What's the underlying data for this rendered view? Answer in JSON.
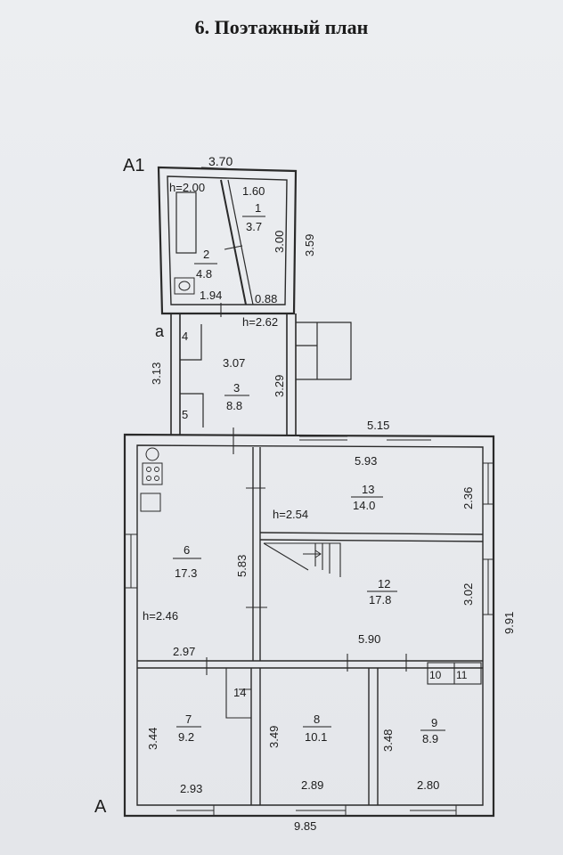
{
  "title": "6. Поэтажный план",
  "axes": {
    "a1": "A1",
    "a": "A",
    "a_lower": "a"
  },
  "heights": {
    "h200": "h=2.00",
    "h262": "h=2.62",
    "h254": "h=2.54",
    "h246": "h=2.46"
  },
  "rooms": {
    "1": {
      "num": "1",
      "area": "3.7"
    },
    "2": {
      "num": "2",
      "area": "4.8"
    },
    "3": {
      "num": "3",
      "area": "8.8"
    },
    "4": {
      "num": "4"
    },
    "5": {
      "num": "5"
    },
    "6": {
      "num": "6",
      "area": "17.3"
    },
    "7": {
      "num": "7",
      "area": "9.2"
    },
    "8": {
      "num": "8",
      "area": "10.1"
    },
    "9": {
      "num": "9",
      "area": "8.9"
    },
    "10": {
      "num": "10"
    },
    "11": {
      "num": "11"
    },
    "12": {
      "num": "12",
      "area": "17.8"
    },
    "13": {
      "num": "13",
      "area": "14.0"
    },
    "14": {
      "num": "14"
    }
  },
  "dims": {
    "d370": "3.70",
    "d160": "1.60",
    "d300": "3.00",
    "d359": "3.59",
    "d194": "1.94",
    "d088": "0.88",
    "d307": "3.07",
    "d313": "3.13",
    "d329": "3.29",
    "d515": "5.15",
    "d593": "5.93",
    "d236": "2.36",
    "d583": "5.83",
    "d302": "3.02",
    "d991": "9.91",
    "d590": "5.90",
    "d297": "2.97",
    "d344": "3.44",
    "d293": "2.93",
    "d349": "3.49",
    "d289": "2.89",
    "d348": "3.48",
    "d280": "2.80",
    "d985": "9.85"
  }
}
